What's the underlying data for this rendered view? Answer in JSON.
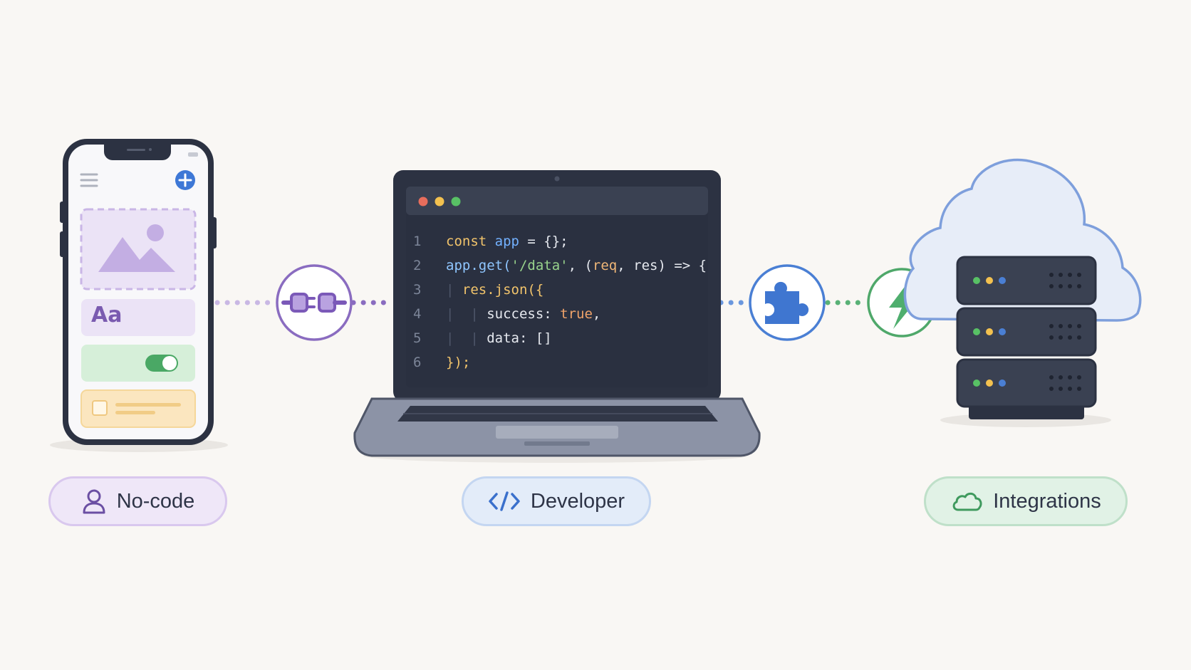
{
  "phone": {
    "text_sample": "Aa"
  },
  "editor": {
    "lines": [
      {
        "n": "1",
        "tokens": [
          [
            "kw",
            "const "
          ],
          [
            "var",
            "app"
          ],
          [
            "punct",
            " = {};"
          ]
        ]
      },
      {
        "n": "2",
        "tokens": [
          [
            "fn",
            "app.get("
          ],
          [
            "str",
            "'/data'"
          ],
          [
            "punct",
            ", ("
          ],
          [
            "param",
            "req"
          ],
          [
            "punct",
            ", "
          ],
          [
            "punct",
            "res) => {"
          ]
        ]
      },
      {
        "n": "3",
        "tokens": [
          [
            "guide",
            "| "
          ],
          [
            "kw",
            "res.json({"
          ]
        ]
      },
      {
        "n": "4",
        "tokens": [
          [
            "guide",
            "|  | "
          ],
          [
            "punct",
            "success: "
          ],
          [
            "bool",
            "true"
          ],
          [
            "punct",
            ","
          ]
        ]
      },
      {
        "n": "5",
        "tokens": [
          [
            "guide",
            "|  | "
          ],
          [
            "punct",
            "data: []"
          ]
        ]
      },
      {
        "n": "6",
        "tokens": [
          [
            "kw",
            "});"
          ]
        ]
      }
    ]
  },
  "labels": {
    "nocode": "No-code",
    "developer": "Developer",
    "integrations": "Integrations"
  },
  "colors": {
    "purple": "#8a6cc0",
    "blue": "#4a7fd4",
    "green": "#4fa86a",
    "dark": "#2c3242"
  },
  "icons": [
    "plug-icon",
    "puzzle-icon",
    "lightning-icon",
    "cloud-icon",
    "server-icon",
    "user-icon",
    "code-icon",
    "image-icon",
    "plus-icon",
    "menu-icon"
  ]
}
